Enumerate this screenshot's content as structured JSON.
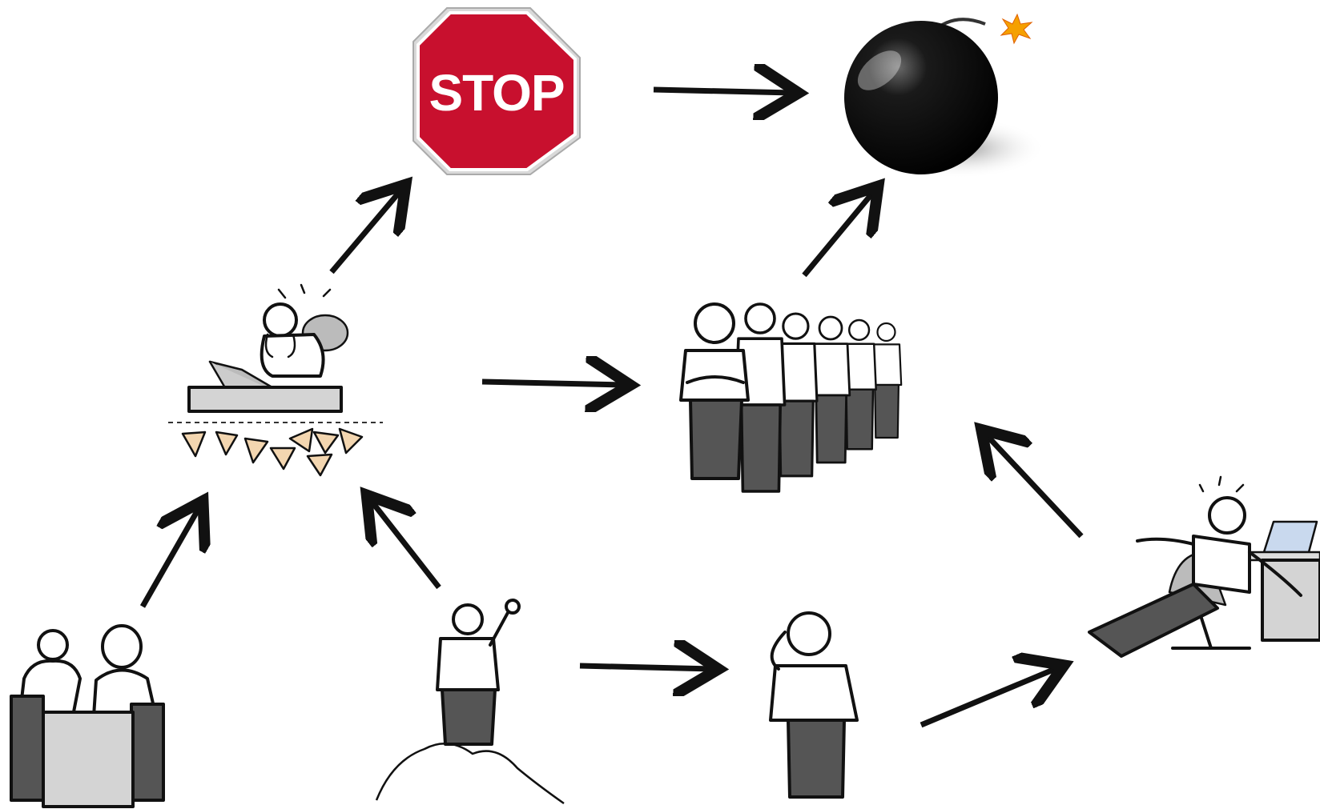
{
  "stop_sign": {
    "label": "STOP",
    "color": "#c8102e"
  },
  "colors": {
    "ink": "#111111",
    "pants": "#555555",
    "desk": "#d4d4d4",
    "warning": "#f3d6b0",
    "bomb": "#0a0a0a",
    "spark": "#f5a000"
  },
  "nodes": [
    {
      "id": "meeting",
      "icon": "two-people-meeting-icon"
    },
    {
      "id": "mountain",
      "icon": "person-on-mountain-icon"
    },
    {
      "id": "phone",
      "icon": "person-on-phone-icon"
    },
    {
      "id": "relaxed",
      "icon": "person-leaning-back-at-desk-icon"
    },
    {
      "id": "stressed",
      "icon": "stressed-person-with-warnings-icon"
    },
    {
      "id": "crowd",
      "icon": "crowd-arms-crossed-icon"
    },
    {
      "id": "stop",
      "icon": "stop-sign-icon"
    },
    {
      "id": "bomb",
      "icon": "bomb-icon"
    }
  ],
  "edges": [
    {
      "from": "meeting",
      "to": "stressed"
    },
    {
      "from": "mountain",
      "to": "stressed"
    },
    {
      "from": "mountain",
      "to": "phone"
    },
    {
      "from": "phone",
      "to": "relaxed"
    },
    {
      "from": "relaxed",
      "to": "crowd"
    },
    {
      "from": "stressed",
      "to": "crowd"
    },
    {
      "from": "stressed",
      "to": "stop"
    },
    {
      "from": "crowd",
      "to": "bomb"
    },
    {
      "from": "stop",
      "to": "bomb"
    }
  ]
}
